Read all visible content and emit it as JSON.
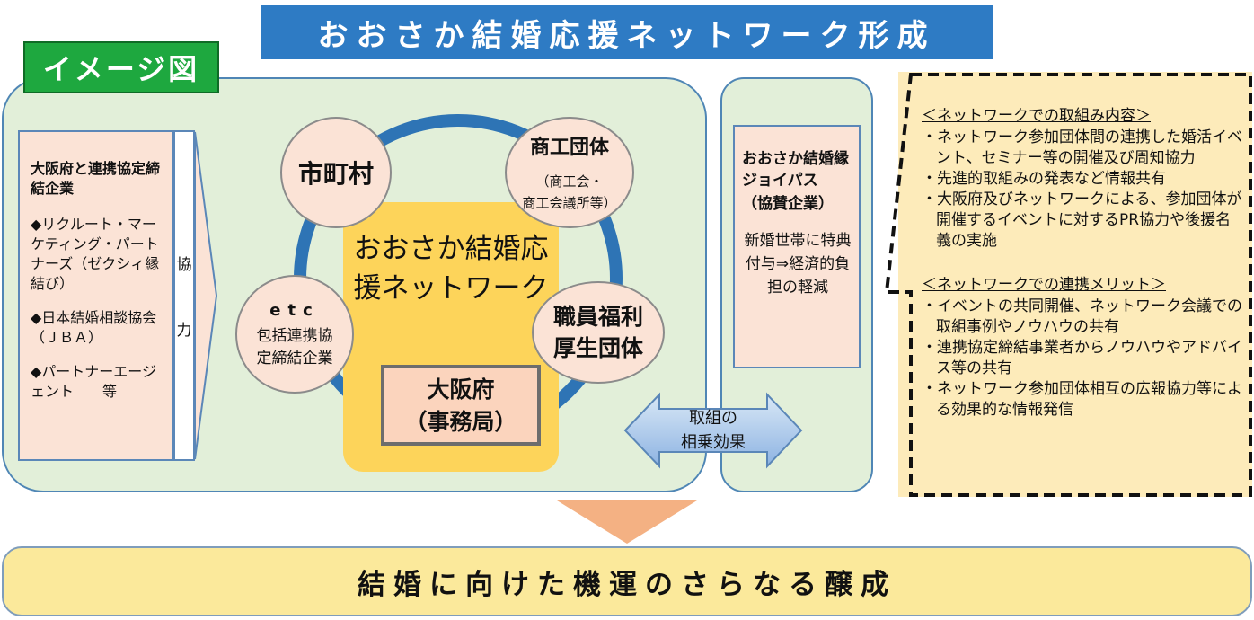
{
  "title": "おおさか結婚応援ネットワーク形成",
  "image_label": "イメージ図",
  "partners": {
    "heading": "大阪府と連携協定締結企業",
    "items": [
      "◆リクルート・マーケティング・パートナーズ（ゼクシィ縁結び）",
      "◆日本結婚相談協会（ＪＢＡ）",
      "◆パートナーエージェント　　等"
    ]
  },
  "cooperation": [
    "協",
    "力"
  ],
  "network": {
    "center_title": "おおさか結婚応援ネットワーク",
    "office": [
      "大阪府",
      "（事務局）"
    ],
    "members": {
      "shichoson": "市町村",
      "shoko": {
        "name": "商工団体",
        "detail": [
          "（商工会・",
          "商工会議所等）"
        ]
      },
      "etc": {
        "label": "etc",
        "detail": "包括連携協定締結企業"
      },
      "shokuin": "職員福利厚生団体"
    }
  },
  "joy_pass": {
    "heading": "おおさか結婚縁ジョイパス",
    "sponsor": "（協賛企業）",
    "benefit": "新婚世帯に特典付与⇒経済的負担の軽減"
  },
  "synergy": [
    "取組の",
    "相乗効果"
  ],
  "activities": {
    "title": "＜ネットワークでの取組み内容＞",
    "items": [
      "・ネットワーク参加団体間の連携した婚活イベント、セミナー等の開催及び周知協力",
      "・先進的取組みの発表など情報共有",
      "・大阪府及びネットワークによる、参加団体が開催するイベントに対するPR協力や後援名義の実施"
    ]
  },
  "merits": {
    "title": "＜ネットワークでの連携メリット＞",
    "items": [
      "・イベントの共同開催、ネットワーク会議での取組事例やノウハウの共有",
      "・連携協定締結事業者からノウハウやアドバイス等の共有",
      "・ネットワーク参加団体相互の広報協力等による効果的な情報発信"
    ]
  },
  "result": "結婚に向けた機運のさらなる醸成",
  "colors": {
    "title_bg": "#2e7bc4",
    "label_bg": "#1ea83f",
    "panel_bg": "#e2efd9",
    "box_bg": "#fbe3d6",
    "center_bg": "#fdd45a",
    "ring": "#2e74b5",
    "activities_bg": "#fdebba",
    "result_bg": "#fbe99b",
    "arrow": "#f4b183"
  }
}
